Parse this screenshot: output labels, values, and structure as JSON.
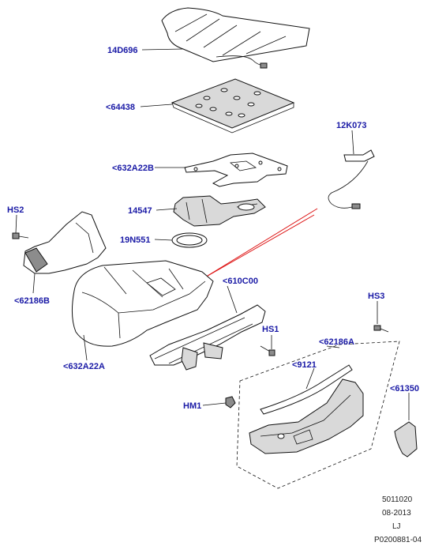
{
  "labels": {
    "p14D696": "14D696",
    "p64438": "<64438",
    "p632A22B": "<632A22B",
    "p12K073": "12K073",
    "p14547": "14547",
    "p19N551": "19N551",
    "pHS2": "HS2",
    "p62186B": "<62186B",
    "p610C00": "<610C00",
    "pHS1": "HS1",
    "p632A22A": "<632A22A",
    "pHS3": "HS3",
    "p62186A": "<62186A",
    "p9121": "<9121",
    "pHM1": "HM1",
    "p61350": "<61350"
  },
  "footer": {
    "code": "5011020",
    "date": "08-2013",
    "initials": "LJ",
    "ref": "P0200881-04"
  },
  "colors": {
    "label": "#1a1aa6",
    "line": "#111111",
    "highlight": "#dd1111"
  }
}
